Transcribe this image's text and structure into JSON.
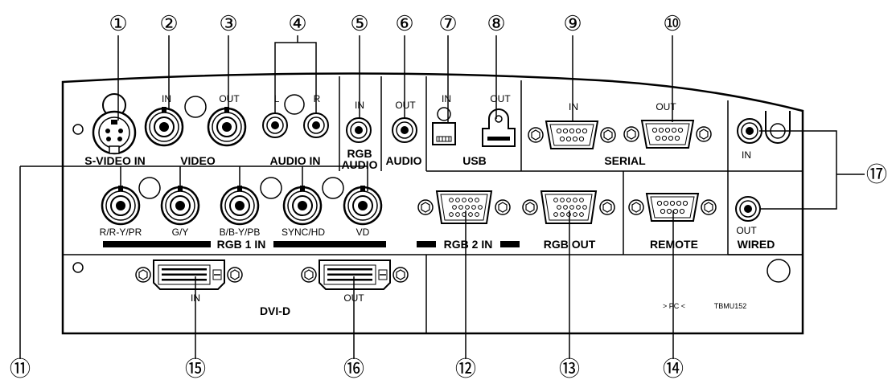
{
  "callouts": [
    "①",
    "②",
    "③",
    "④",
    "⑤",
    "⑥",
    "⑦",
    "⑧",
    "⑨",
    "⑩",
    "⑪",
    "⑫",
    "⑬",
    "⑭",
    "⑮",
    "⑯",
    "⑰"
  ],
  "small_labels": {
    "video_in": "IN",
    "video_out": "OUT",
    "audio_l": "L",
    "audio_r": "R",
    "rgb_audio_in": "IN",
    "audio_out": "OUT",
    "usb_in": "IN",
    "usb_out": "OUT",
    "serial_in": "IN",
    "serial_out": "OUT",
    "wired_in": "IN",
    "wired_out": "OUT",
    "rgb1_r": "R/R-Y/PR",
    "rgb1_g": "G/Y",
    "rgb1_b": "B/B-Y/PB",
    "rgb1_sync": "SYNC/HD",
    "rgb1_vd": "VD",
    "dvi_in": "IN",
    "dvi_out": "OUT",
    "pc_mark": "> PC <",
    "model_code": "TBMU152"
  },
  "section_labels": {
    "svideo": "S-VIDEO IN",
    "video": "VIDEO",
    "audio_in": "AUDIO IN",
    "rgb_audio_1": "RGB",
    "rgb_audio_2": "AUDIO",
    "audio": "AUDIO",
    "usb": "USB",
    "serial": "SERIAL",
    "rgb1_in": "RGB 1 IN",
    "rgb2_in": "RGB 2 IN",
    "rgb_out": "RGB OUT",
    "remote": "REMOTE",
    "wired": "WIRED",
    "dvi_d": "DVI-D"
  }
}
